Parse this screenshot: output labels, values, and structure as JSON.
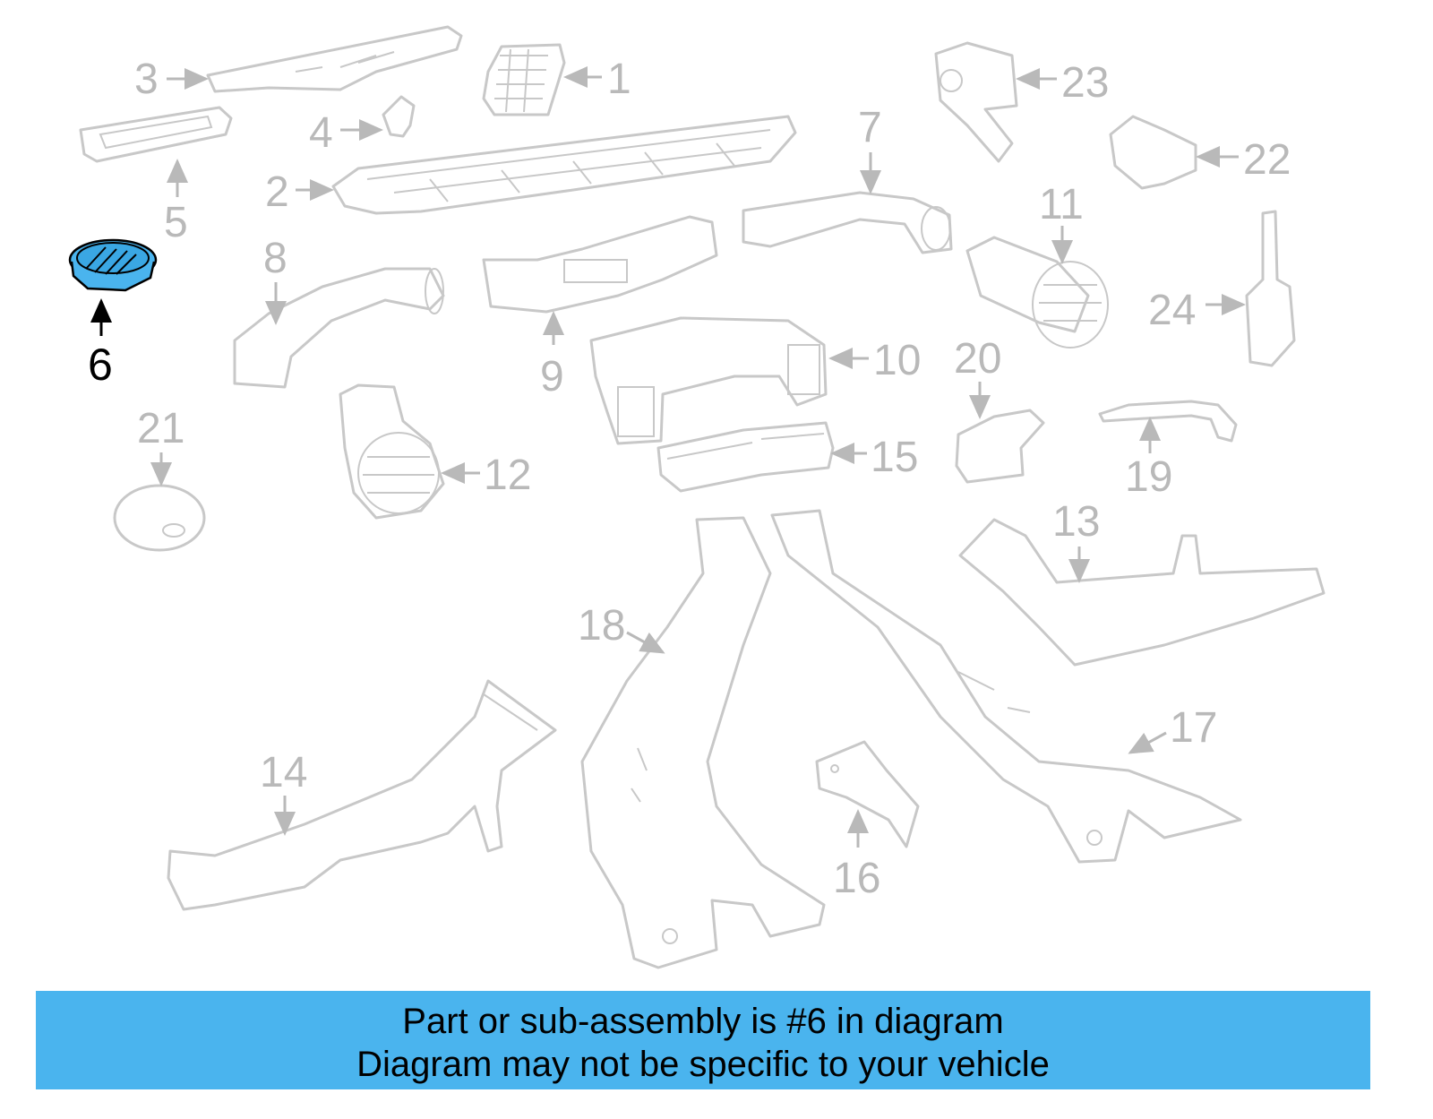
{
  "callouts": {
    "c1": "1",
    "c2": "2",
    "c3": "3",
    "c4": "4",
    "c5": "5",
    "c6": "6",
    "c7": "7",
    "c8": "8",
    "c9": "9",
    "c10": "10",
    "c11": "11",
    "c12": "12",
    "c13": "13",
    "c14": "14",
    "c15": "15",
    "c16": "16",
    "c17": "17",
    "c18": "18",
    "c19": "19",
    "c20": "20",
    "c21": "21",
    "c22": "22",
    "c23": "23",
    "c24": "24"
  },
  "highlighted_part": "6",
  "colors": {
    "highlight_fill": "#4ab4ee",
    "banner_bg": "#4ab4ee",
    "part_outline": "#c8c8c8",
    "callout_text": "#b9b9b9"
  },
  "banner": {
    "line1": "Part or sub-assembly is #6 in diagram",
    "line2": "Diagram may not be specific to your vehicle"
  }
}
